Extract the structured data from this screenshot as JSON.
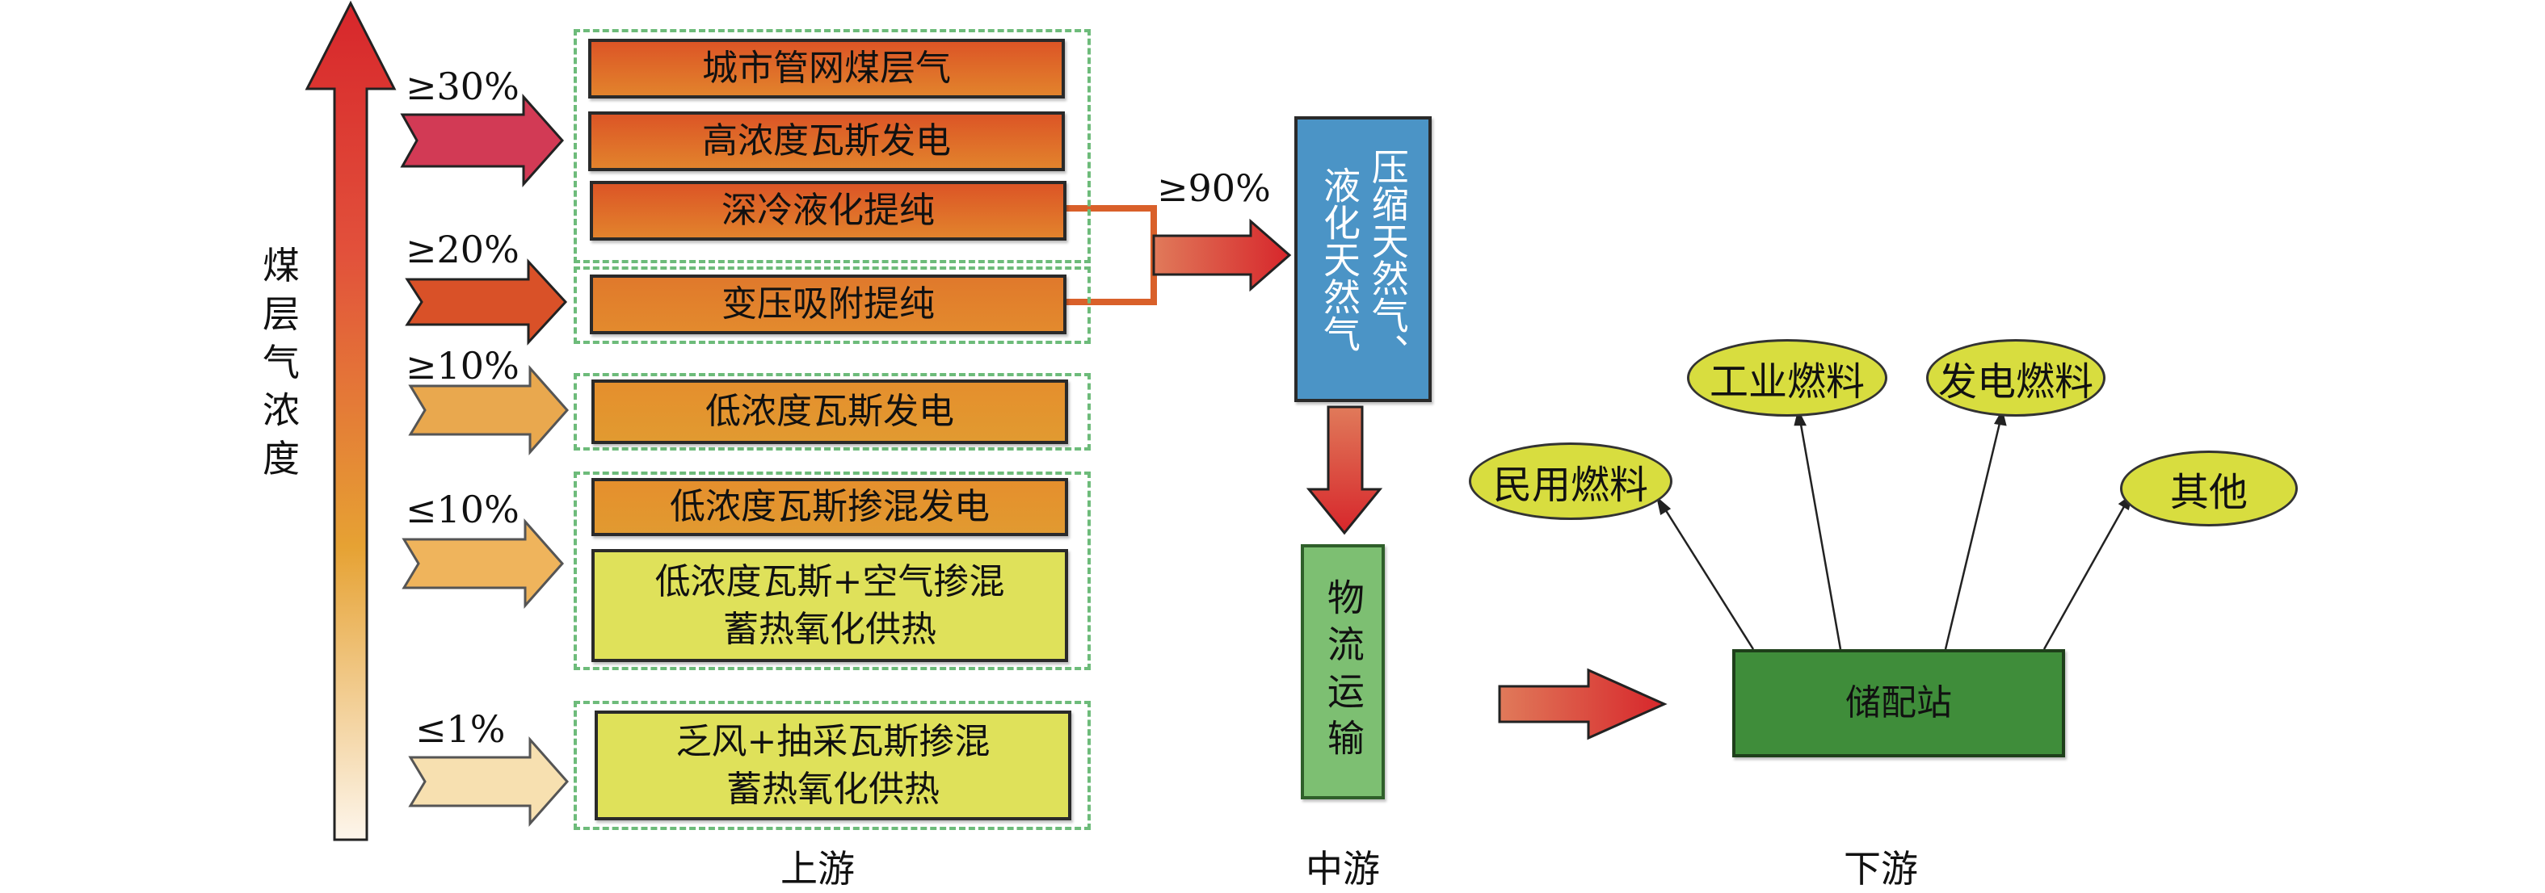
{
  "axis": {
    "label": "煤层气浓度"
  },
  "upstream": {
    "thresholds": [
      "≥30%",
      "≥20%",
      "≥10%",
      "≤10%",
      "≤1%"
    ],
    "boxes": [
      {
        "text": "城市管网煤层气"
      },
      {
        "text": "高浓度瓦斯发电"
      },
      {
        "text": "深冷液化提纯"
      },
      {
        "text": "变压吸附提纯"
      },
      {
        "text": "低浓度瓦斯发电"
      },
      {
        "text": "低浓度瓦斯掺混发电"
      },
      {
        "text": "低浓度瓦斯+空气掺混\n蓄热氧化供热"
      },
      {
        "text": "乏风+抽采瓦斯掺混\n蓄热氧化供热"
      }
    ]
  },
  "midstream": {
    "threshold": "≥90%",
    "product_box": "压缩天然气、\n液化天然气",
    "transport_box": "物流运输"
  },
  "downstream": {
    "station": "储配站",
    "uses": [
      "民用燃料",
      "工业燃料",
      "发电燃料",
      "其他"
    ]
  },
  "stages": {
    "upstream": "上游",
    "midstream": "中游",
    "downstream": "下游"
  },
  "colors": {
    "red": "#d7262b",
    "orange": "#e07a2c",
    "blue": "#4b94c6",
    "green": "#3f8d3a",
    "light_green": "#7dbf72",
    "yellow": "#d8dd3f"
  }
}
